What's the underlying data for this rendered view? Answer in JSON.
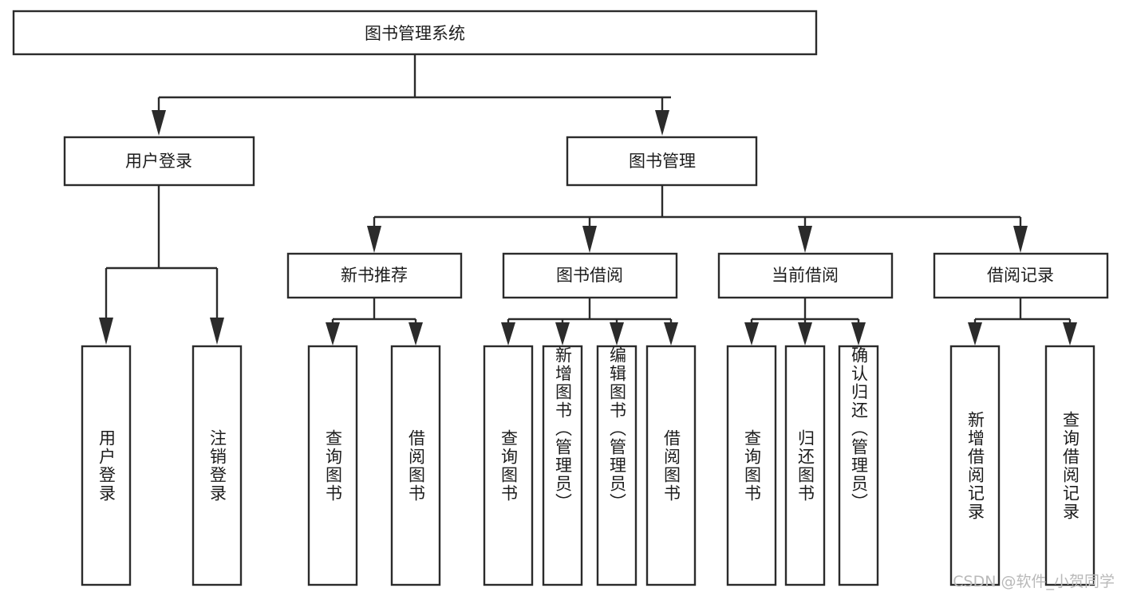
{
  "diagram": {
    "title": "图书管理系统",
    "watermark": "CSDN @软件_小贺同学",
    "colors": {
      "stroke": "#2b2b2b",
      "box_fill": "#ffffff",
      "background": "#ffffff",
      "text": "#1c1c1c",
      "watermark": "#b9b9b9"
    },
    "root": {
      "label": "图书管理系统"
    },
    "level2": [
      {
        "label": "用户登录"
      },
      {
        "label": "图书管理"
      }
    ],
    "level3": [
      {
        "label": "新书推荐"
      },
      {
        "label": "图书借阅"
      },
      {
        "label": "当前借阅"
      },
      {
        "label": "借阅记录"
      }
    ],
    "leaves": {
      "user_login": [
        {
          "label": "用户登录"
        },
        {
          "label": "注销登录"
        }
      ],
      "new_book_recommend": [
        {
          "label": "查询图书"
        },
        {
          "label": "借阅图书"
        }
      ],
      "book_borrow": [
        {
          "label": "查询图书"
        },
        {
          "label": "新增图书（管理员）"
        },
        {
          "label": "编辑图书（管理员）"
        },
        {
          "label": "借阅图书"
        }
      ],
      "current_borrow": [
        {
          "label": "查询图书"
        },
        {
          "label": "归还图书"
        },
        {
          "label": "确认归还（管理员）"
        }
      ],
      "borrow_record": [
        {
          "label": "新增借阅记录"
        },
        {
          "label": "查询借阅记录"
        }
      ]
    }
  }
}
